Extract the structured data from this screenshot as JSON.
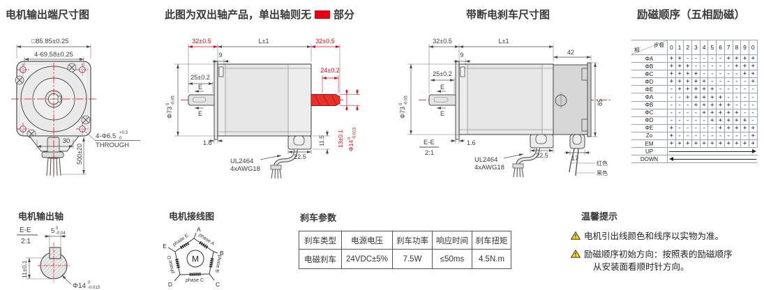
{
  "page": {
    "accent_red": "#e60012"
  },
  "output_end": {
    "title": "电机输出端尺寸图",
    "dim_square": "□85.85±0.25",
    "dim_pitch": "4-69.58±0.25",
    "dim_cable_offset": "30",
    "dim_cable_length": "500±20",
    "hole_callout": "4-Φ6.5",
    "hole_tol_sup": "+0.3",
    "hole_tol_sub": "0",
    "hole_through": "THROUGH"
  },
  "double_shaft": {
    "note_prefix": "此图为双出轴产品，单出轴则无",
    "note_suffix": "部分",
    "dim_32_left": "32±0.5",
    "dim_length": "L±1",
    "dim_32_right": "32±0.5",
    "dim_9": "9",
    "dim_25": "25±0.2",
    "section_mark": "E",
    "dia73": "Φ73",
    "dia73_sup": "0",
    "dia73_sub": "-0.05",
    "dim_24": "24±0.2",
    "dim_13": "13±0.1",
    "dia14": "Φ14",
    "dia14_sup": "0",
    "dia14_sub": "-0.013",
    "dim_11_5": "11.5",
    "dim_1_6": "1.6",
    "dim_22_5": "22.5",
    "cable_spec": "UL2464",
    "cable_awg": "4xAWG18"
  },
  "brake_dim": {
    "title": "带断电刹车尺寸图",
    "dim_32": "32±0.5",
    "dim_length": "L±1",
    "dim_42": "42",
    "dim_9": "9",
    "dim_25": "25±0.2",
    "section_mark": "E",
    "dia73": "Φ73",
    "dia73_sup": "0",
    "dia73_sub": "-0.05",
    "dim_85": "85",
    "dim_1_6": "1.6",
    "dim_22_5": "22.5",
    "dim_17": "17",
    "cable_spec": "UL2464",
    "cable_awg": "4xAWG18",
    "wire_red": "红色",
    "wire_black": "黑色",
    "section_view": "E-E",
    "section_scale": "2:1"
  },
  "excitation": {
    "title": "励磁顺序（五相励磁）",
    "corner_top": "步极",
    "corner_side": "相",
    "columns": [
      "0",
      "1",
      "2",
      "3",
      "4",
      "5",
      "6",
      "7",
      "8",
      "9",
      "0"
    ],
    "rows": [
      {
        "label": "ΦA",
        "cells": [
          "+",
          "+",
          "-",
          "-",
          "-",
          "-",
          "-",
          "+",
          "+",
          "+",
          "+"
        ]
      },
      {
        "label": "ΦB",
        "cells": [
          "+",
          "+",
          "+",
          "-",
          "-",
          "-",
          "-",
          "-",
          "+",
          "+",
          "+"
        ]
      },
      {
        "label": "ΦC",
        "cells": [
          "+",
          "+",
          "+",
          "+",
          "-",
          "-",
          "-",
          "-",
          "-",
          "+",
          "+"
        ]
      },
      {
        "label": "ΦD",
        "cells": [
          "+",
          "+",
          "+",
          "+",
          "+",
          "-",
          "-",
          "-",
          "-",
          "-",
          "+"
        ]
      },
      {
        "label": "ΦE",
        "cells": [
          "-",
          "+",
          "+",
          "+",
          "+",
          "+",
          "-",
          "-",
          "-",
          "-",
          "-"
        ]
      },
      {
        "label": "ΦA",
        "cells": [
          "-",
          "-",
          "+",
          "+",
          "+",
          "+",
          "+",
          "-",
          "-",
          "-",
          "-"
        ]
      },
      {
        "label": "ΦB",
        "cells": [
          "-",
          "-",
          "-",
          "+",
          "+",
          "+",
          "+",
          "+",
          "-",
          "-",
          "-"
        ]
      },
      {
        "label": "ΦC",
        "cells": [
          "-",
          "-",
          "-",
          "-",
          "+",
          "+",
          "+",
          "+",
          "+",
          "-",
          "-"
        ]
      },
      {
        "label": "ΦD",
        "cells": [
          "-",
          "-",
          "-",
          "-",
          "-",
          "+",
          "+",
          "+",
          "+",
          "+",
          "-"
        ]
      },
      {
        "label": "ΦE",
        "cells": [
          "+",
          "-",
          "-",
          "-",
          "-",
          "-",
          "+",
          "+",
          "+",
          "+",
          "+"
        ]
      },
      {
        "label": "Zo",
        "cells": [
          "+",
          "-",
          "-",
          "-",
          "-",
          "-",
          "-",
          "-",
          "-",
          "-",
          "+"
        ]
      },
      {
        "label": "EM",
        "cells": [
          "+",
          "+",
          "+",
          "+",
          "+",
          "+",
          "+",
          "+",
          "+",
          "+",
          "+"
        ]
      }
    ],
    "up_label": "UP",
    "down_label": "DOWN"
  },
  "shaft_section": {
    "title": "电机输出轴",
    "view": "E-E",
    "scale": "2:1",
    "key_width": "5",
    "key_sup": "0",
    "key_sub": "-0.04",
    "flat": "11±0.1",
    "dia": "Φ14",
    "dia_sup": "0",
    "dia_sub": "-0.013"
  },
  "wiring": {
    "title": "电机接线图",
    "motor_label": "M",
    "terminals": [
      "A",
      "B",
      "C",
      "D",
      "E"
    ],
    "phases": [
      "phase A",
      "phase B",
      "phase C",
      "phase D",
      "phase E"
    ]
  },
  "brake_params": {
    "title": "刹车参数",
    "headers": [
      "刹车类型",
      "电源电压",
      "刹车功率",
      "响应时间",
      "刹车扭矩"
    ],
    "values": [
      "电磁刹车",
      "24VDC±5%",
      "7.5W",
      "≤50ms",
      "4.5N.m"
    ]
  },
  "tips": {
    "title": "温馨提示",
    "warning_icon": "!",
    "item1": "电机引出线颜色和线序以实物为准。",
    "item2_line1": "励磁顺序初始方向：按照表的励磁顺序",
    "item2_line2": "从安装面看顺时针方向。"
  }
}
